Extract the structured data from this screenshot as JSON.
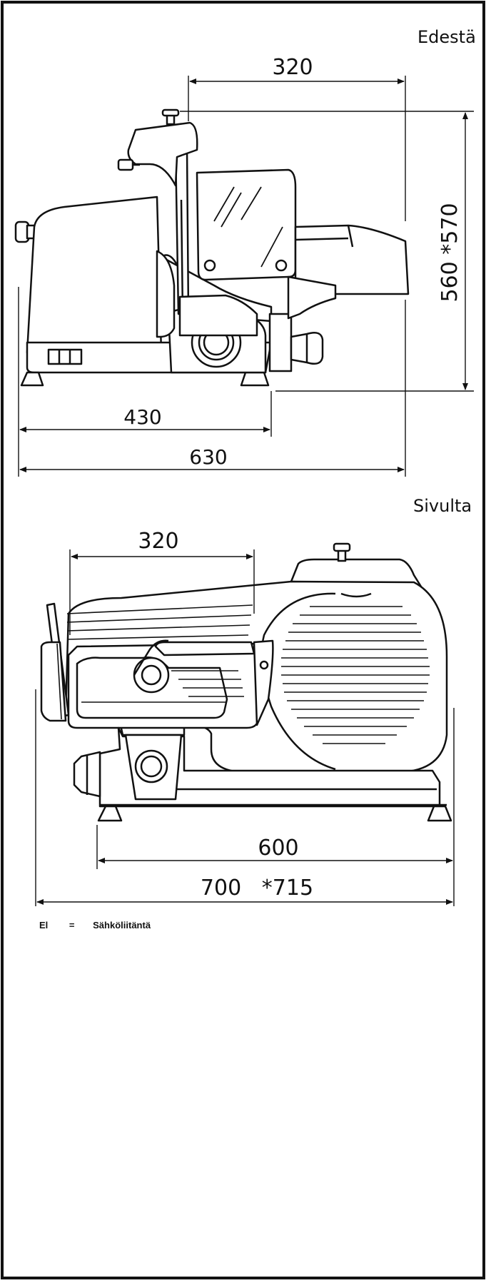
{
  "views": {
    "front": {
      "label": "Edestä"
    },
    "side": {
      "label": "Sivulta"
    }
  },
  "dimensions": {
    "front_top_width": "320",
    "front_height": "560 *570",
    "front_base": "430",
    "front_overall": "630",
    "side_top_width": "320",
    "side_base": "600",
    "side_overall": "700   *715"
  },
  "legend": {
    "code": "El",
    "equals": "=",
    "meaning": "Sähköliitäntä"
  },
  "colors": {
    "line": "#111111",
    "background": "#ffffff"
  }
}
